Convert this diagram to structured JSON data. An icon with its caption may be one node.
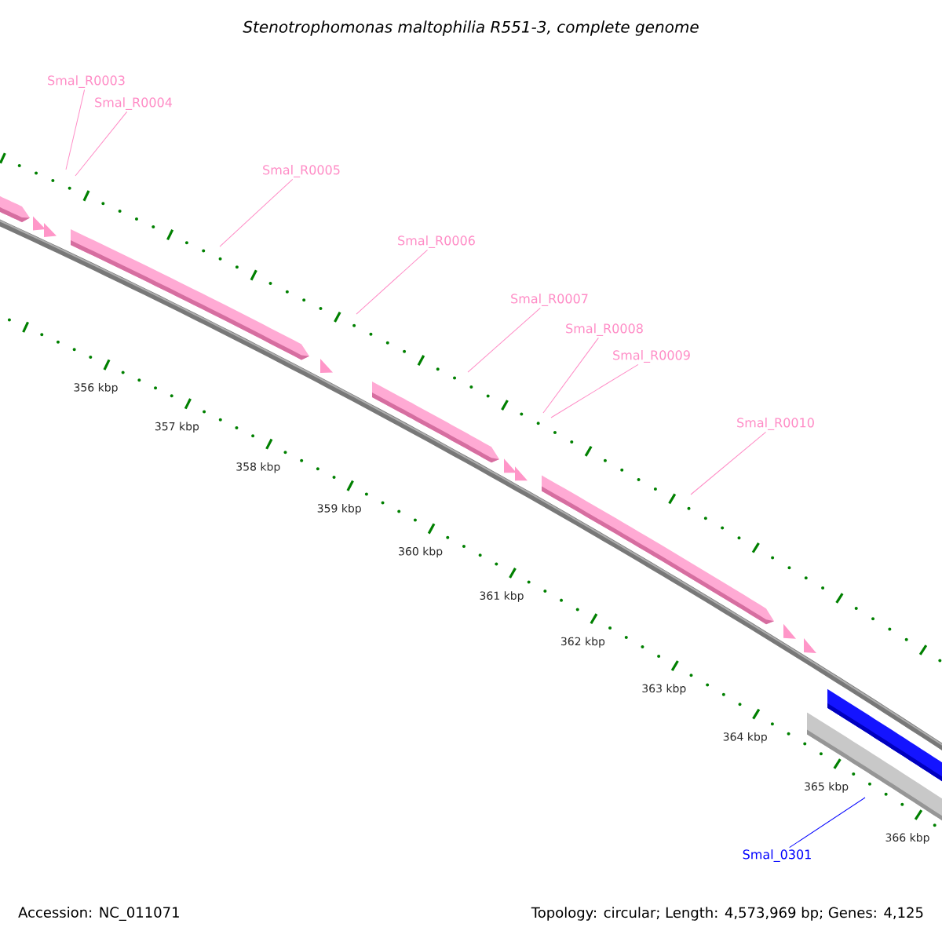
{
  "diagram": {
    "title": "Stenotrophomonas maltophilia R551-3, complete genome",
    "nodes": [
      {
        "text": [
          "Smal_R0003"
        ]
      },
      {
        "text": [
          "Smal_R0004"
        ]
      },
      {
        "text": [
          "Smal_R0005"
        ]
      },
      {
        "text": [
          "Smal_R0006"
        ]
      },
      {
        "text": [
          "Smal_R0007"
        ]
      },
      {
        "text": [
          "Smal_R0008"
        ]
      },
      {
        "text": [
          "Smal_R0009"
        ]
      },
      {
        "text": [
          "Smal_R0010"
        ]
      },
      {
        "text": [
          "Smal_0301"
        ]
      }
    ],
    "edges": [
      {
        "from": 0,
        "to": null,
        "arrow": "none"
      },
      {
        "from": 1,
        "to": null,
        "arrow": "none"
      },
      {
        "from": 2,
        "to": null,
        "arrow": "none"
      },
      {
        "from": 3,
        "to": null,
        "arrow": "none"
      },
      {
        "from": 4,
        "to": null,
        "arrow": "none"
      },
      {
        "from": 5,
        "to": null,
        "arrow": "none"
      },
      {
        "from": 6,
        "to": null,
        "arrow": "none"
      },
      {
        "from": 7,
        "to": null,
        "arrow": "none"
      },
      {
        "from": 8,
        "to": null,
        "arrow": "none",
        "color": "#0000ff"
      }
    ],
    "labels": [
      "356 kbp",
      "357 kbp",
      "358 kbp",
      "359 kbp",
      "360 kbp",
      "361 kbp",
      "362 kbp",
      "363 kbp",
      "364 kbp",
      "365 kbp",
      "366 kbp",
      "Accession: NC_011071",
      "Topology: circular; Length: 4,573,969 bp; Genes: 4,125"
    ]
  }
}
